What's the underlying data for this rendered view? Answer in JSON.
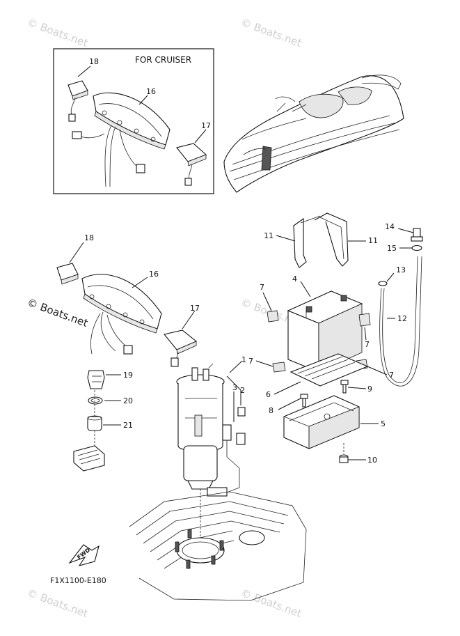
{
  "watermark": {
    "text": "© Boats.net"
  },
  "inset": {
    "title": "FOR CRUISER",
    "callouts": [
      "18",
      "16",
      "17"
    ]
  },
  "callouts": {
    "c1": "1",
    "c2": "2",
    "c3": "3",
    "c4": "4",
    "c5": "5",
    "c6": "6",
    "c7a": "7",
    "c7b": "7",
    "c7c": "7",
    "c7d": "7",
    "c8": "8",
    "c9": "9",
    "c10": "10",
    "c11a": "11",
    "c11b": "11",
    "c12": "12",
    "c13": "13",
    "c14": "14",
    "c15": "15",
    "c16": "16",
    "c17": "17",
    "c18": "18",
    "c19": "19",
    "c20": "20",
    "c21": "21"
  },
  "fwd_label": "FWD",
  "diagram_code": "F1X1100-E180"
}
